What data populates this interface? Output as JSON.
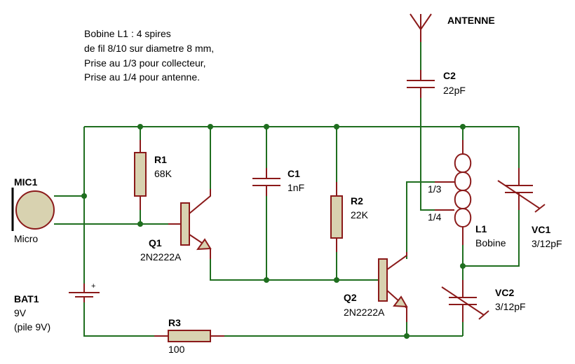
{
  "note": {
    "lines": [
      "Bobine L1 : 4 spires",
      "de fil 8/10 sur diametre 8 mm,",
      "Prise au 1/3 pour collecteur,",
      "Prise au 1/4 pour antenne."
    ]
  },
  "components": {
    "antenna": {
      "label": "ANTENNE"
    },
    "c2": {
      "ref": "C2",
      "value": "22pF"
    },
    "r1": {
      "ref": "R1",
      "value": "68K"
    },
    "c1": {
      "ref": "C1",
      "value": "1nF"
    },
    "r2": {
      "ref": "R2",
      "value": "22K"
    },
    "l1": {
      "ref": "L1",
      "value": "Bobine",
      "tap1": "1/3",
      "tap2": "1/4"
    },
    "vc1": {
      "ref": "VC1",
      "value": "3/12pF"
    },
    "vc2": {
      "ref": "VC2",
      "value": "3/12pF"
    },
    "mic1": {
      "ref": "MIC1",
      "value": "Micro"
    },
    "q1": {
      "ref": "Q1",
      "value": "2N2222A"
    },
    "q2": {
      "ref": "Q2",
      "value": "2N2222A"
    },
    "bat1": {
      "ref": "BAT1",
      "value": "9V",
      "note": "(pile 9V)",
      "plus": "+"
    },
    "r3": {
      "ref": "R3",
      "value": "100"
    }
  },
  "colors": {
    "wire": "#1f6e1f",
    "component": "#8b1a1a",
    "body_fill": "#d8d2b0"
  }
}
